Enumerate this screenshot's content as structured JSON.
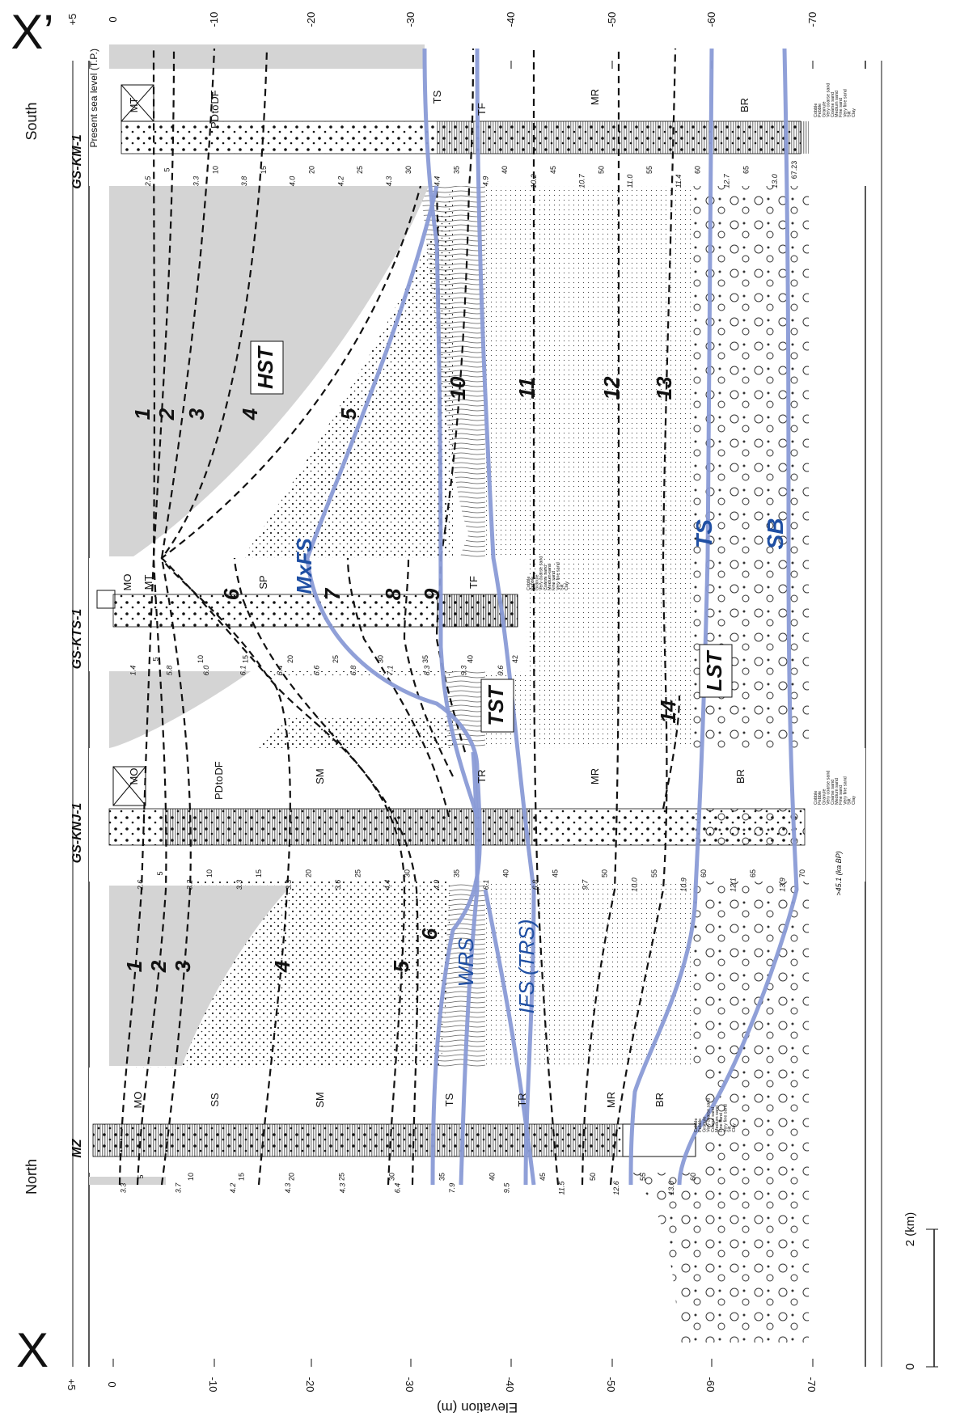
{
  "section": {
    "start_label": "X",
    "end_label": "X’",
    "north_label": "North",
    "south_label": "South",
    "axis_title": "Elevation (m)",
    "sea_level_label": "Present sea level (T.P.)",
    "scale_bar": {
      "zero": "0",
      "end": "2 (km)"
    },
    "axis_ticks": [
      "+5",
      "0",
      "-10",
      "-20",
      "-30",
      "-40",
      "-50",
      "-60",
      "-70"
    ]
  },
  "cores": [
    {
      "name": "MZ",
      "units": [
        "MO",
        "SS",
        "SM",
        "TS",
        "TR",
        "MR",
        "BR"
      ],
      "depths": [
        "5",
        "10",
        "15",
        "20",
        "25",
        "30",
        "35",
        "40",
        "45",
        "50",
        "55",
        "60"
      ],
      "ages": [
        "3.3",
        "3.7",
        "4.2",
        "4.3",
        "4.3",
        "6.4",
        "7.9",
        "9.5",
        "11.5",
        "12.6",
        "13.0"
      ]
    },
    {
      "name": "GS-KNJ-1",
      "units": [
        "MO",
        "DF",
        "to",
        "PD",
        "SM",
        "TR",
        "MR",
        "BR"
      ],
      "depths": [
        "5",
        "10",
        "15",
        "20",
        "25",
        "30",
        "35",
        "40",
        "45",
        "50",
        "55",
        "60",
        "65",
        "70"
      ],
      "ages": [
        "2.6",
        "3.2",
        "3.3",
        "3.3",
        "3.6",
        "4.4",
        "4.9",
        "6.1",
        "6.8",
        "9.7",
        "10.0",
        "10.9",
        "12.1",
        "13.9"
      ],
      "bottom_age": ">45.1 (ka BP)"
    },
    {
      "name": "GS-KTS-1",
      "units": [
        "MO",
        "MT",
        "SP",
        "TF"
      ],
      "depths": [
        "5",
        "10",
        "15",
        "20",
        "25",
        "30",
        "35",
        "40",
        "42"
      ],
      "ages": [
        "1.4",
        "5.8",
        "6.0",
        "6.1",
        "6.4",
        "6.6",
        "6.8",
        "7.1",
        "8.3",
        "9.3",
        "9.6"
      ]
    },
    {
      "name": "GS-KM-1",
      "units": [
        "MT",
        "DF",
        "to",
        "PD",
        "TS",
        "TF",
        "MR",
        "BR"
      ],
      "depths": [
        "5",
        "10",
        "15",
        "20",
        "25",
        "30",
        "35",
        "40",
        "45",
        "50",
        "55",
        "60",
        "65",
        "67.23"
      ],
      "ages": [
        "2.5",
        "3.3",
        "3.8",
        "4.0",
        "4.2",
        "4.3",
        "4.4",
        "4.9",
        "10.2",
        "10.7",
        "11.0",
        "11.4",
        "12.7",
        "13.0"
      ]
    }
  ],
  "grain_legend": [
    "Cobble",
    "Pebble",
    "Granule",
    "Very coarse sand",
    "Coarse sand",
    "Medium sand",
    "Fine sand",
    "Very fine sand",
    "Silt",
    "Clay"
  ],
  "isochrons": [
    "1",
    "2",
    "3",
    "4",
    "5",
    "6",
    "7",
    "8",
    "9",
    "10",
    "11",
    "12",
    "13",
    "14"
  ],
  "surfaces": [
    "MxFS",
    "WRS",
    "IFS (TRS)",
    "TS",
    "SB"
  ],
  "systems_tracts": [
    "HST",
    "TST",
    "LST"
  ],
  "colors": {
    "surface": "#8a9bd6",
    "surface_label": "#1f4fa3",
    "shade": "#d4d4d4"
  }
}
